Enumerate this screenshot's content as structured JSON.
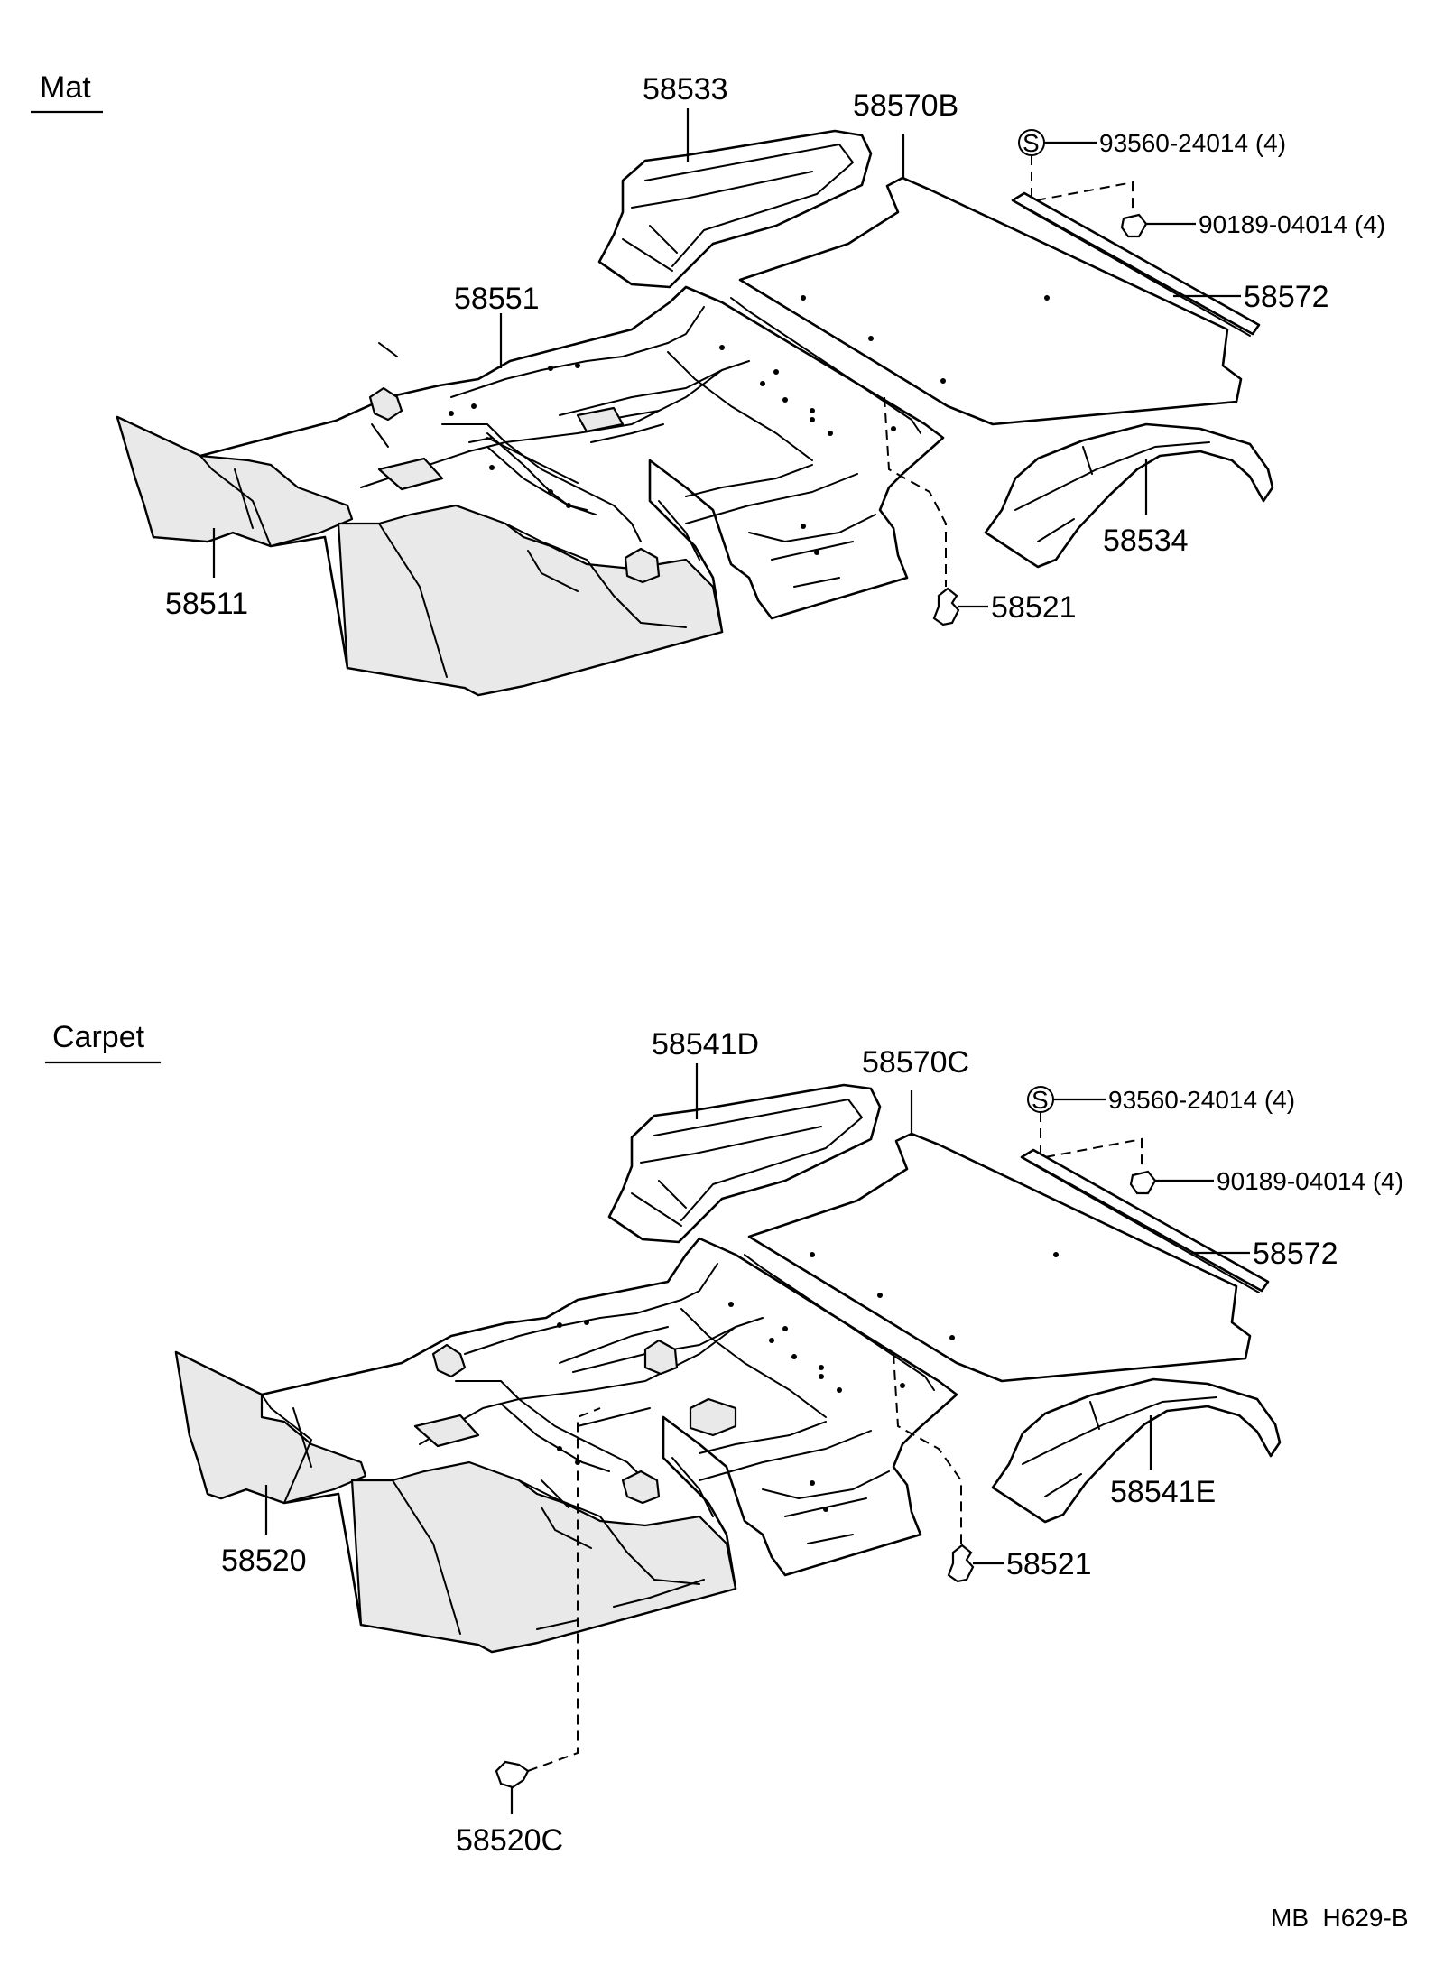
{
  "sections": {
    "mat": "Mat",
    "carpet": "Carpet"
  },
  "mat_labels": {
    "p58533": "58533",
    "p58570B": "58570B",
    "p93560": "93560-24014 (4)",
    "p90189": "90189-04014 (4)",
    "p58572": "58572",
    "p58551": "58551",
    "p58534": "58534",
    "p58511": "58511",
    "p58521": "58521",
    "s_symbol": "S"
  },
  "carpet_labels": {
    "p58541D": "58541D",
    "p58570C": "58570C",
    "p93560": "93560-24014 (4)",
    "p90189": "90189-04014 (4)",
    "p58572": "58572",
    "p58541E": "58541E",
    "p58520": "58520",
    "p58521": "58521",
    "p58520C": "58520C",
    "s_symbol": "S"
  },
  "figure_code": "MB  H629-B"
}
